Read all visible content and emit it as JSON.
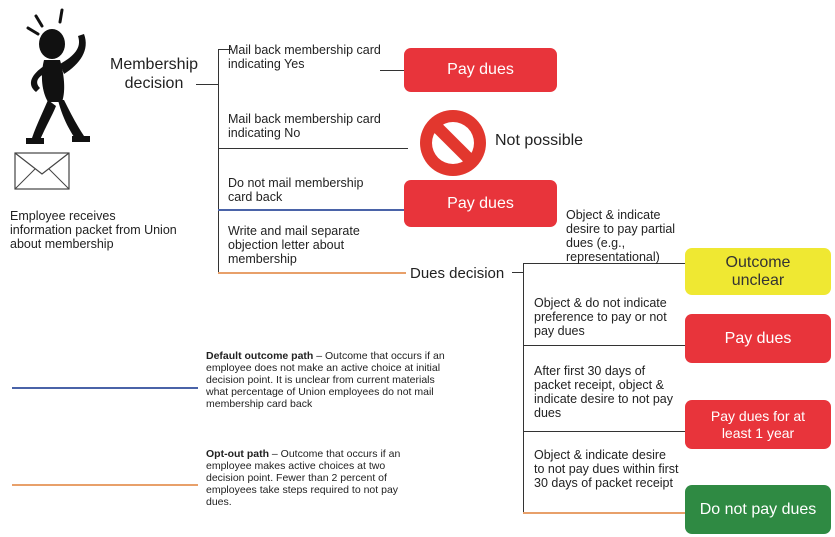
{
  "diagram": {
    "employee_caption": "Employee receives information packet from Union about membership",
    "membership_decision_label": "Membership decision",
    "dues_decision_label": "Dues decision",
    "membership_options": [
      {
        "text": "Mail back membership card indicating Yes",
        "outcome": "Pay dues"
      },
      {
        "text": "Mail back membership card indicating No",
        "outcome": "Not possible"
      },
      {
        "text": "Do not mail membership card back",
        "outcome": "Pay dues"
      },
      {
        "text": "Write and mail separate objection letter about membership"
      }
    ],
    "dues_options": [
      {
        "text": "Object & indicate desire to pay partial dues (e.g., representational)",
        "outcome": "Outcome unclear",
        "color": "#efe832"
      },
      {
        "text": "Object & do not indicate preference to pay or not pay dues",
        "outcome": "Pay dues",
        "color": "#e8343b"
      },
      {
        "text": "After first 30 days of packet receipt, object & indicate desire to not pay dues",
        "outcome": "Pay dues for at least 1 year",
        "color": "#e8343b"
      },
      {
        "text": "Object & indicate desire to not pay dues within first 30 days of packet receipt",
        "outcome": "Do not pay dues",
        "color": "#2f8a43"
      }
    ],
    "colors": {
      "default_path": "#4a63a8",
      "opt_out_path": "#e8a06a",
      "pay_dues": "#e8343b",
      "unclear": "#efe832",
      "do_not_pay": "#2f8a43",
      "not_possible": "#e2372e"
    }
  },
  "legend": {
    "default_title": "Default outcome path",
    "default_text": " – Outcome that occurs if an employee does not make an active choice at initial decision point. It is unclear from current materials what percentage of Union employees do not mail membership card back",
    "optout_title": "Opt-out path",
    "optout_text": " – Outcome that occurs if an employee makes active choices at two decision point. Fewer than 2 percent of employees take steps required to not pay dues."
  }
}
